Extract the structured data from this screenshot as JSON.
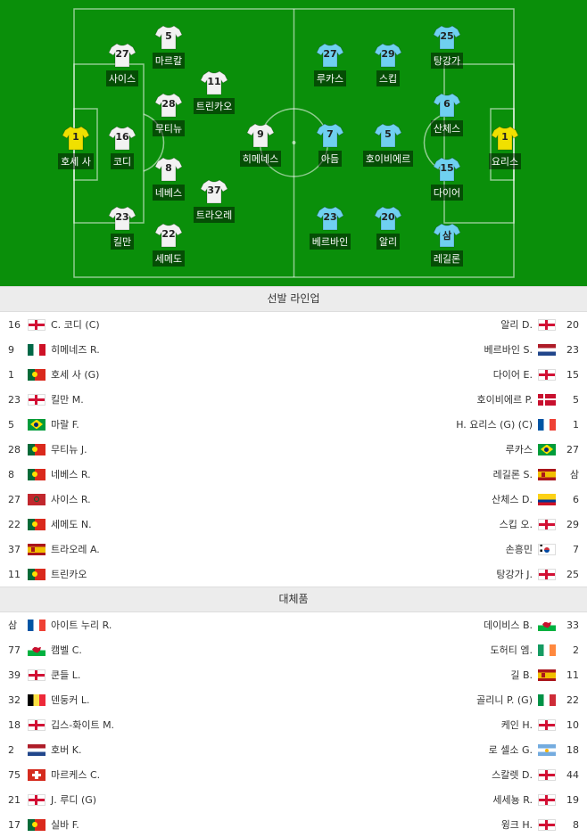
{
  "colors": {
    "pitch": "#0a8f0a",
    "home_shirt": "#f2f2f2",
    "away_shirt": "#6fd0f0",
    "keeper_shirt": "#f0e000"
  },
  "home_players": [
    {
      "num": "1",
      "name": "호세 사",
      "keeper": true
    },
    {
      "num": "16",
      "name": "코디"
    },
    {
      "num": "23",
      "name": "킬만"
    },
    {
      "num": "27",
      "name": "사이스"
    },
    {
      "num": "5",
      "name": "마르칼"
    },
    {
      "num": "28",
      "name": "무티뉴"
    },
    {
      "num": "8",
      "name": "네베스"
    },
    {
      "num": "22",
      "name": "세메도"
    },
    {
      "num": "11",
      "name": "트린카오"
    },
    {
      "num": "37",
      "name": "트라오레"
    },
    {
      "num": "9",
      "name": "히메네스"
    }
  ],
  "away_players": [
    {
      "num": "1",
      "name": "요리스",
      "keeper": true
    },
    {
      "num": "25",
      "name": "탕강가"
    },
    {
      "num": "6",
      "name": "산체스"
    },
    {
      "num": "15",
      "name": "다이어"
    },
    {
      "num": "삼",
      "name": "레길론"
    },
    {
      "num": "29",
      "name": "스킵"
    },
    {
      "num": "5",
      "name": "호이비에르"
    },
    {
      "num": "20",
      "name": "알리"
    },
    {
      "num": "27",
      "name": "루카스"
    },
    {
      "num": "7",
      "name": "아듬"
    },
    {
      "num": "23",
      "name": "베르바인"
    }
  ],
  "lineup_title": "선발 라인업",
  "subs_title": "대체품",
  "lineup": [
    {
      "ln": "16",
      "lf": "eng",
      "lname": "C. 코디 (C)",
      "rn": "20",
      "rf": "eng",
      "rname": "알리 D."
    },
    {
      "ln": "9",
      "lf": "mex",
      "lname": "히메네즈 R.",
      "rn": "23",
      "rf": "ned",
      "rname": "베르바인 S."
    },
    {
      "ln": "1",
      "lf": "por",
      "lname": "호세 사 (G)",
      "rn": "15",
      "rf": "eng",
      "rname": "다이어 E."
    },
    {
      "ln": "23",
      "lf": "eng",
      "lname": "킬만 M.",
      "rn": "5",
      "rf": "den",
      "rname": "호이비에르 P."
    },
    {
      "ln": "5",
      "lf": "bra",
      "lname": "마랄 F.",
      "rn": "1",
      "rf": "fra",
      "rname": "H. 요리스 (G) (C)"
    },
    {
      "ln": "28",
      "lf": "por",
      "lname": "무티뉴 J.",
      "rn": "27",
      "rf": "bra",
      "rname": "루카스"
    },
    {
      "ln": "8",
      "lf": "por",
      "lname": "네베스 R.",
      "rn": "삼",
      "rf": "esp",
      "rname": "레길론 S."
    },
    {
      "ln": "27",
      "lf": "mar",
      "lname": "사이스 R.",
      "rn": "6",
      "rf": "col",
      "rname": "산체스 D."
    },
    {
      "ln": "22",
      "lf": "por",
      "lname": "세메도 N.",
      "rn": "29",
      "rf": "eng",
      "rname": "스킵 오."
    },
    {
      "ln": "37",
      "lf": "esp",
      "lname": "트라오레 A.",
      "rn": "7",
      "rf": "kor",
      "rname": "손흥민"
    },
    {
      "ln": "11",
      "lf": "por",
      "lname": "트린카오",
      "rn": "25",
      "rf": "eng",
      "rname": "탕강가 J."
    }
  ],
  "subs": [
    {
      "ln": "삼",
      "lf": "fra",
      "lname": "아이트 누리 R.",
      "rn": "33",
      "rf": "wal",
      "rname": "데이비스 B."
    },
    {
      "ln": "77",
      "lf": "wal",
      "lname": "캠벨 C.",
      "rn": "2",
      "rf": "irl",
      "rname": "도허티 엠."
    },
    {
      "ln": "39",
      "lf": "eng",
      "lname": "쿤들 L.",
      "rn": "11",
      "rf": "esp",
      "rname": "길 B."
    },
    {
      "ln": "32",
      "lf": "bel",
      "lname": "덴둥커 L.",
      "rn": "22",
      "rf": "ita",
      "rname": "골리니 P. (G)"
    },
    {
      "ln": "18",
      "lf": "eng",
      "lname": "깁스-화이트 M.",
      "rn": "10",
      "rf": "eng",
      "rname": "케인 H."
    },
    {
      "ln": "2",
      "lf": "ned",
      "lname": "호버 K.",
      "rn": "18",
      "rf": "arg",
      "rname": "로 셀소 G."
    },
    {
      "ln": "75",
      "lf": "sui",
      "lname": "마르케스 C.",
      "rn": "44",
      "rf": "eng",
      "rname": "스칼렛 D."
    },
    {
      "ln": "21",
      "lf": "eng",
      "lname": "J. 루디 (G)",
      "rn": "19",
      "rf": "eng",
      "rname": "세세뇽 R."
    },
    {
      "ln": "17",
      "lf": "por",
      "lname": "실바 F.",
      "rn": "8",
      "rf": "eng",
      "rname": "윙크 H."
    }
  ]
}
